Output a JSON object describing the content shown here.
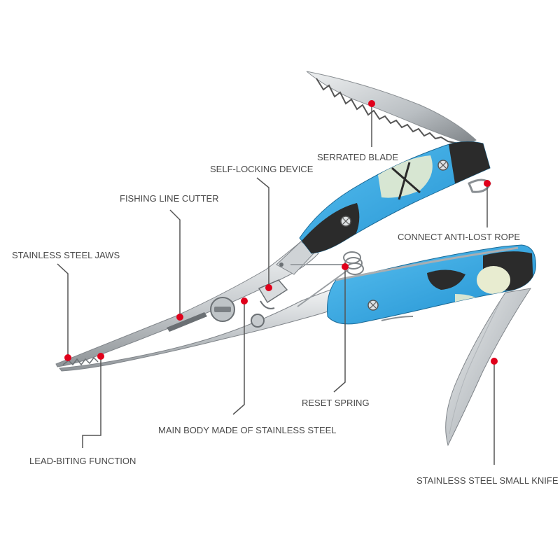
{
  "labels": {
    "serrated_blade": "SERRATED BLADE",
    "self_locking": "SELF-LOCKING DEVICE",
    "line_cutter": "FISHING LINE CUTTER",
    "anti_lost_rope": "CONNECT ANTI-LOST ROPE",
    "steel_jaws": "STAINLESS STEEL JAWS",
    "reset_spring": "RESET SPRING",
    "main_body": "MAIN BODY MADE OF STAINLESS STEEL",
    "lead_biting": "LEAD-BITING FUNCTION",
    "small_knife": "STAINLESS STEEL SMALL KNIFE"
  },
  "colors": {
    "marker": "#e0001b",
    "leader_line": "#555555",
    "label_text": "#4a4a4a",
    "handle_blue": "#3aa7e0",
    "handle_dark": "#2b2b2b",
    "handle_glow": "#e8ecd0",
    "steel": "#cfd3d6"
  }
}
